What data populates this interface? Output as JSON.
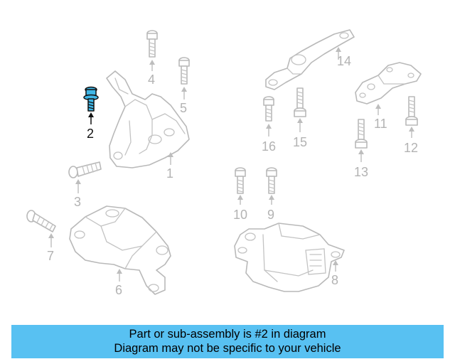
{
  "diagram": {
    "highlighted_part": "2",
    "colors": {
      "highlight": "#3fb6e6",
      "banner": "#58c1f2",
      "outline": "#b9b9b9"
    },
    "callouts": [
      "1",
      "2",
      "3",
      "4",
      "5",
      "6",
      "7",
      "8",
      "9",
      "10",
      "11",
      "12",
      "13",
      "14",
      "15",
      "16"
    ]
  },
  "banner": {
    "line1": "Part or sub-assembly is #2 in diagram",
    "line2": "Diagram may not be specific to your vehicle"
  }
}
